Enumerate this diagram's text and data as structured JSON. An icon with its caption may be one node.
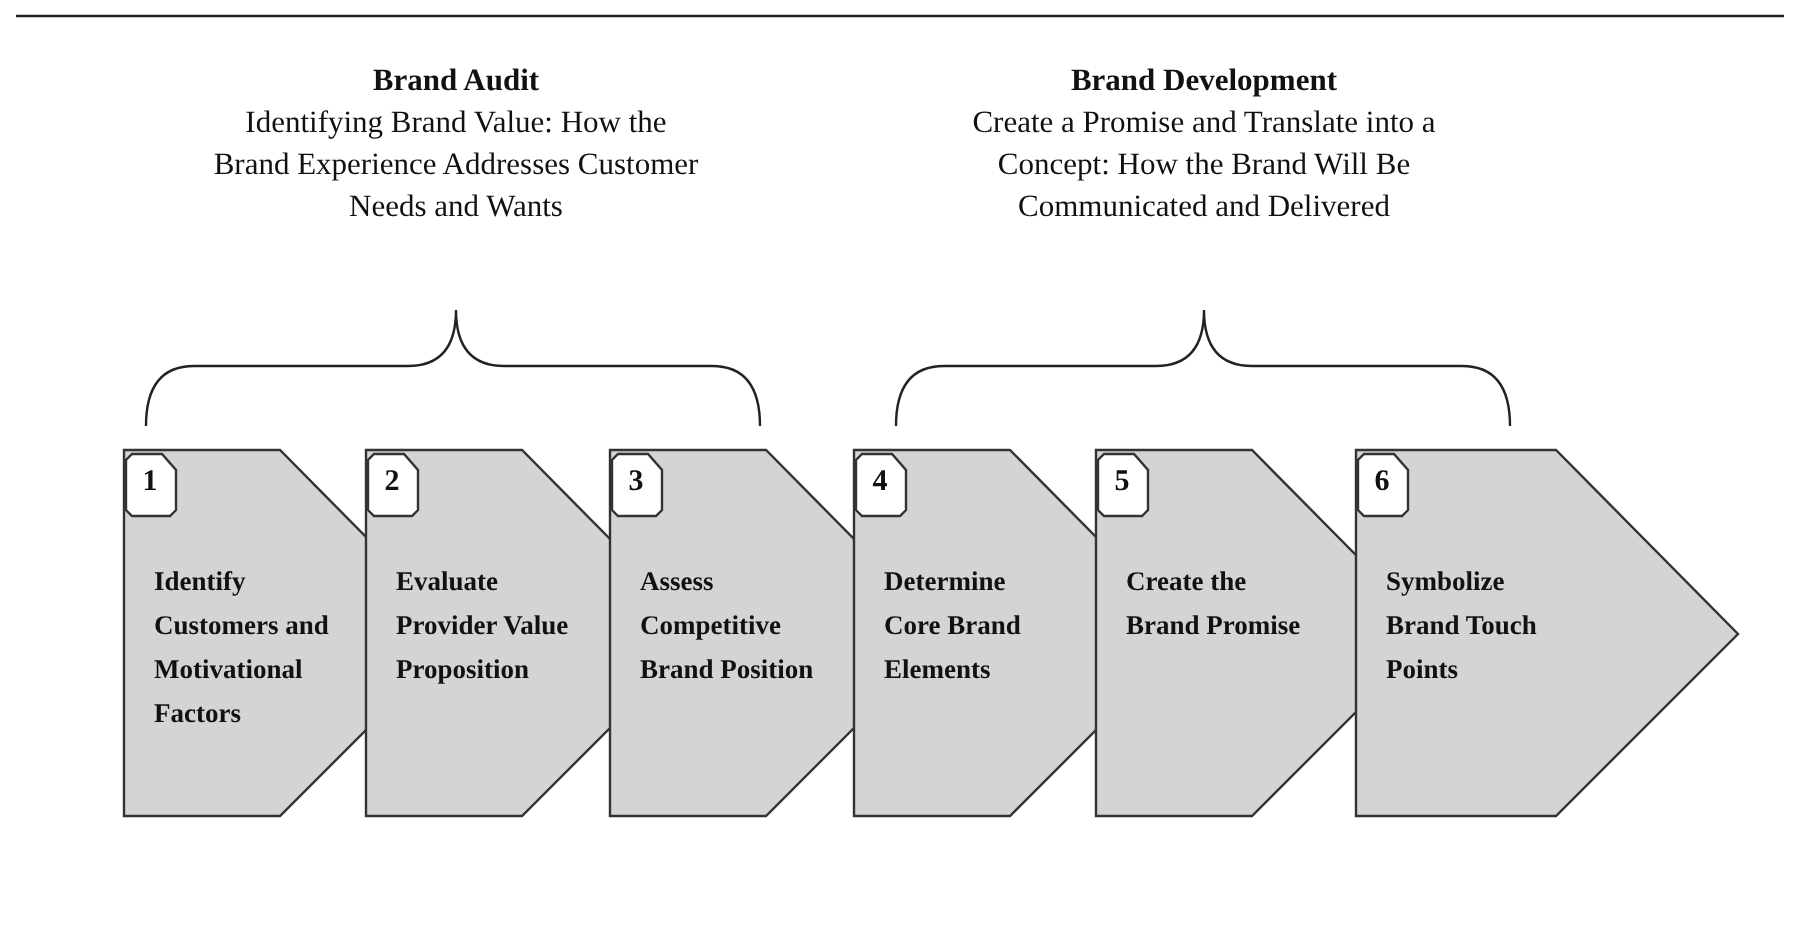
{
  "diagram": {
    "nodes": [
      {
        "text": [
          "1",
          "Identify Customers and Motivational Factors"
        ]
      },
      {
        "text": [
          "2",
          "Evaluate Provider Value Proposition"
        ]
      },
      {
        "text": [
          "3",
          "Assess Competitive Brand Position"
        ]
      },
      {
        "text": [
          "4",
          "Determine Core Brand Elements"
        ]
      },
      {
        "text": [
          "5",
          "Create the Brand Promise"
        ]
      },
      {
        "text": [
          "6",
          "Symbolize Brand Touch Points"
        ]
      }
    ],
    "labels": [
      "Brand Audit",
      "Identifying Brand Value: How the Brand Experience Addresses Customer Needs and Wants",
      "Brand Development",
      "Create a Promise and Translate into a Concept: How the Brand Will Be Communicated and Delivered"
    ]
  }
}
